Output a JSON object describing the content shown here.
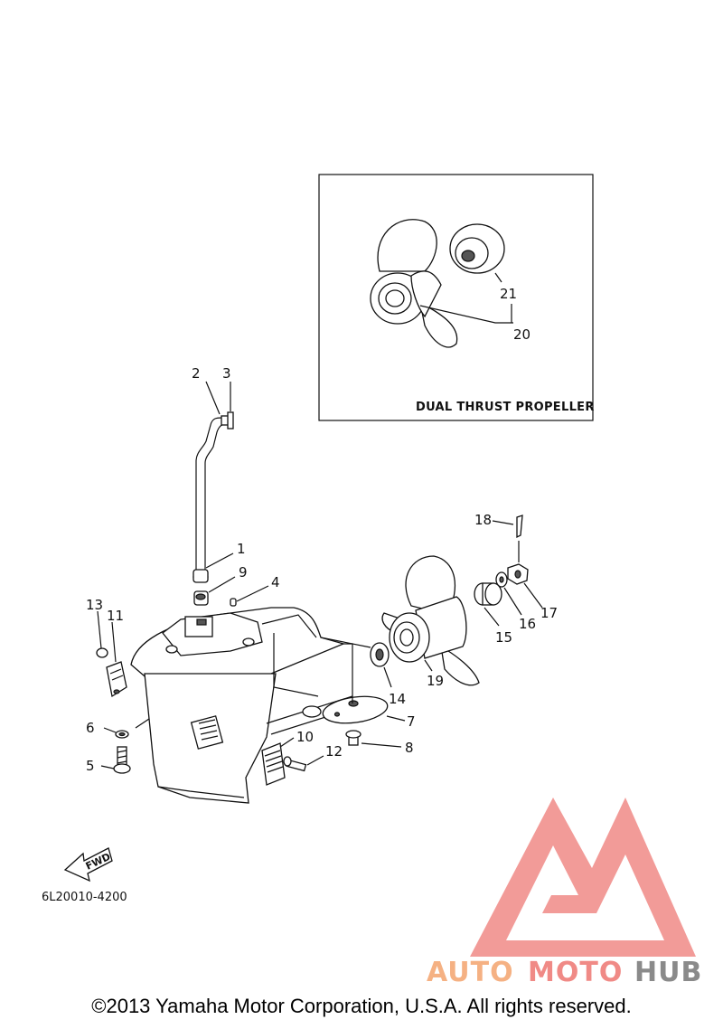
{
  "inset": {
    "title": "DUAL THRUST PROPELLER"
  },
  "callouts": {
    "c1": "1",
    "c2": "2",
    "c3": "3",
    "c4": "4",
    "c5": "5",
    "c6": "6",
    "c7": "7",
    "c8": "8",
    "c9": "9",
    "c10": "10",
    "c11": "11",
    "c12": "12",
    "c13": "13",
    "c14": "14",
    "c15": "15",
    "c16": "16",
    "c17": "17",
    "c18": "18",
    "c19": "19",
    "c20": "20",
    "c21": "21"
  },
  "fwd_label": "FWD",
  "part_number": "6L20010-4200",
  "watermark": {
    "part1": "AUTO",
    "part2": "MOTO",
    "part3": "HUB",
    "color_orange": "#f5b183",
    "color_red": "#f08a86",
    "color_gray": "#8a8a8a"
  },
  "copyright": "©2013 Yamaha Motor Corporation, U.S.A. All rights reserved."
}
